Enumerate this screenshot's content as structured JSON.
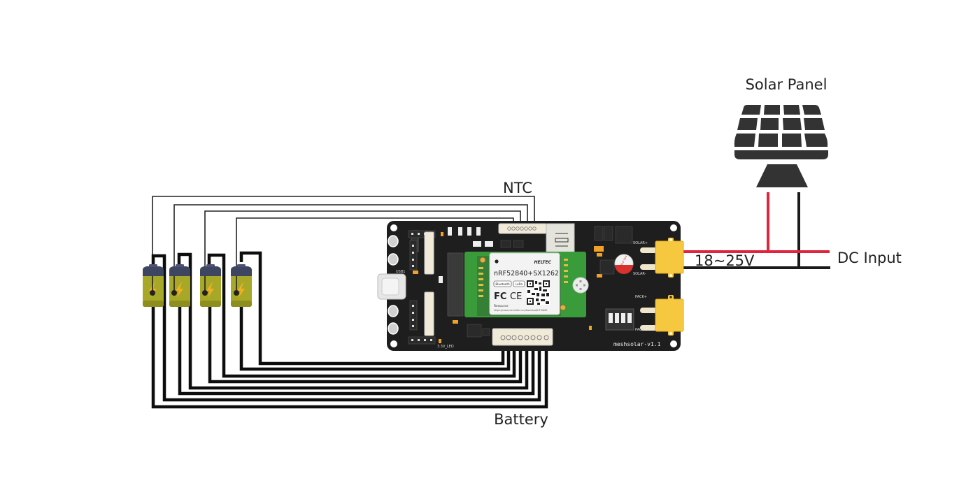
{
  "labels": {
    "solar_panel": "Solar Panel",
    "dc_input": "DC Input",
    "voltage": "18~25V",
    "ntc": "NTC",
    "battery": "Battery"
  },
  "board": {
    "name": "meshsolar-v1.1",
    "module_title": "nRF52840+SX1262",
    "module_brand": "HELTEC",
    "module_badges": [
      "Bluetooth",
      "LoRa"
    ],
    "module_certs": [
      "FC",
      "CE"
    ],
    "module_resource_label": "Resource",
    "module_resource_url": "https://resource.heltec.cn/download/HT-RA62",
    "usb_label": "USB1",
    "capacitor_label": "100uF 25V",
    "connector_labels": {
      "solar_plus": "SOLAR+",
      "solar_minus": "SOLAR-",
      "pack_plus": "PACK+",
      "pack_minus": "PACK-",
      "led": "3.3V_LED"
    }
  },
  "cells": [
    {
      "id": "cell-1"
    },
    {
      "id": "cell-2"
    },
    {
      "id": "cell-3"
    },
    {
      "id": "cell-4"
    }
  ],
  "colors": {
    "positive_wire": "#e0243c",
    "negative_wire": "#1a1a1a",
    "pcb": "#1e1e1e",
    "module_green": "#3a9b3a",
    "xt60_yellow": "#f6c840",
    "cell_body": "#a8a828",
    "cell_cap": "#3d4560",
    "bolt": "#f0b020",
    "panel": "#333333"
  }
}
